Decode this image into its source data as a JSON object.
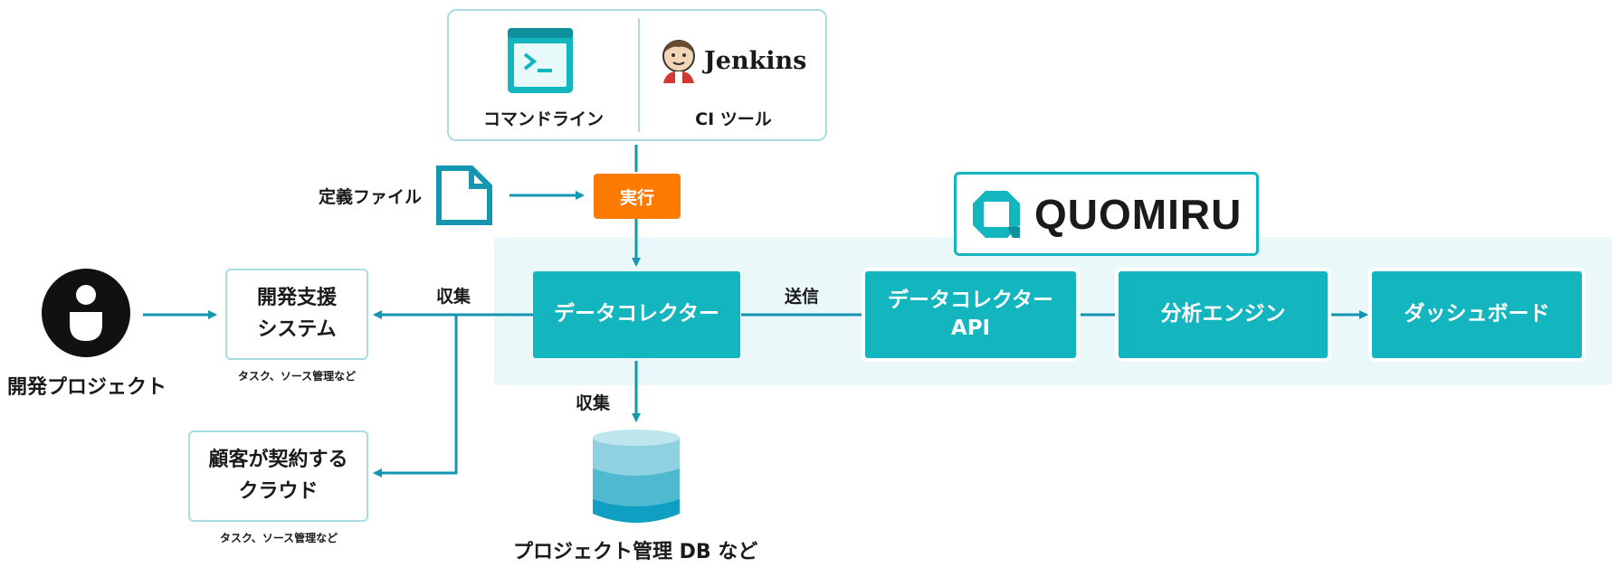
{
  "tools": {
    "commandline_label": "コマンドライン",
    "jenkins_wordmark": "Jenkins",
    "ci_label": "CI ツール"
  },
  "definition_file_label": "定義ファイル",
  "run_label": "実行",
  "brand": {
    "name": "QUOMIRU"
  },
  "developer_label": "開発プロジェクト",
  "data_collector_label": "データコレクター",
  "send_label": "送信",
  "collector_api_label": "データコレクター\nAPI",
  "analysis_engine_label": "分析エンジン",
  "dashboard_label": "ダッシュボード",
  "collect_label_left": "収集",
  "collect_label_bottom": "収集",
  "dev_support": {
    "label": "開発支援\nシステム",
    "note": "タスク、ソース管理など"
  },
  "cloud": {
    "label": "顧客が契約する\nクラウド",
    "note": "タスク、ソース管理など"
  },
  "database_label": "プロジェクト管理 DB など",
  "colors": {
    "teal": "#13b5bf",
    "arrow": "#1596b0",
    "orange": "#ff7a00",
    "border": "#a9dde3",
    "panel": "#eaf8f9"
  }
}
